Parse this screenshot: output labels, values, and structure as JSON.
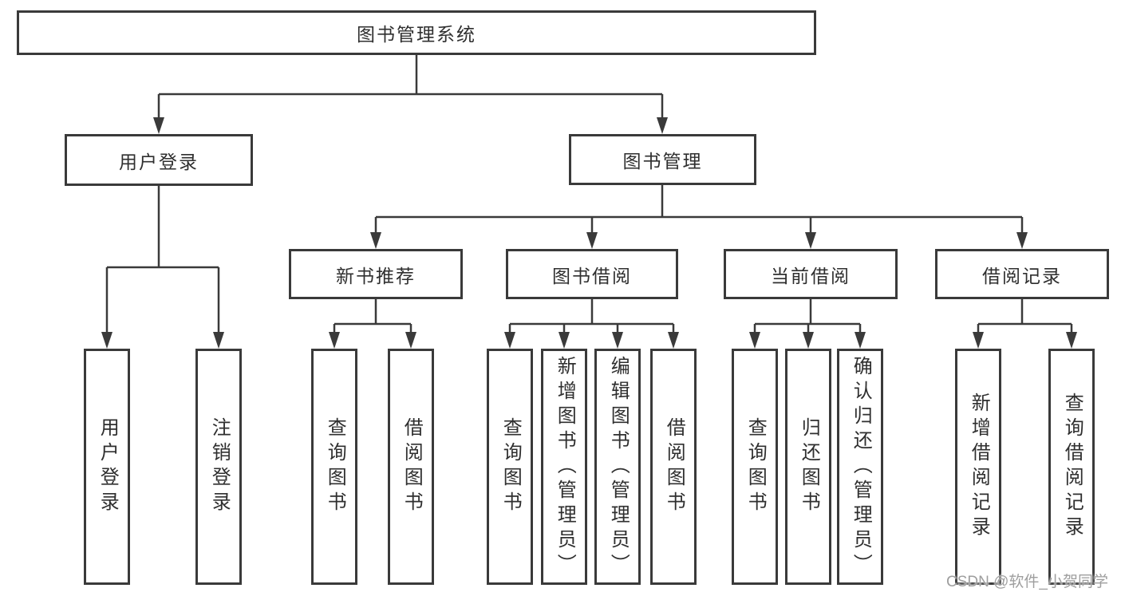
{
  "diagram": {
    "type": "hierarchy-tree",
    "orientation": "top-down",
    "title": "图书管理系统"
  },
  "colors": {
    "line": "#3a3a3a",
    "box_border": "#3a3a3a",
    "box_fill": "#ffffff",
    "text": "#2f2f2f",
    "watermark": "#9e9e9e",
    "background": "#ffffff"
  },
  "tree": {
    "label": "图书管理系统",
    "children": [
      {
        "label": "用户登录",
        "children": [
          {
            "label": "用户登录"
          },
          {
            "label": "注销登录"
          }
        ]
      },
      {
        "label": "图书管理",
        "children": [
          {
            "label": "新书推荐",
            "children": [
              {
                "label": "查询图书"
              },
              {
                "label": "借阅图书"
              }
            ]
          },
          {
            "label": "图书借阅",
            "children": [
              {
                "label": "查询图书"
              },
              {
                "label": "新增图书（管理员）"
              },
              {
                "label": "编辑图书（管理员）"
              },
              {
                "label": "借阅图书"
              }
            ]
          },
          {
            "label": "当前借阅",
            "children": [
              {
                "label": "查询图书"
              },
              {
                "label": "归还图书"
              },
              {
                "label": "确认归还（管理员）"
              }
            ]
          },
          {
            "label": "借阅记录",
            "children": [
              {
                "label": "新增借阅记录"
              },
              {
                "label": "查询借阅记录"
              }
            ]
          }
        ]
      }
    ]
  },
  "watermark": {
    "text": "CSDN @软件_小贺同学"
  }
}
